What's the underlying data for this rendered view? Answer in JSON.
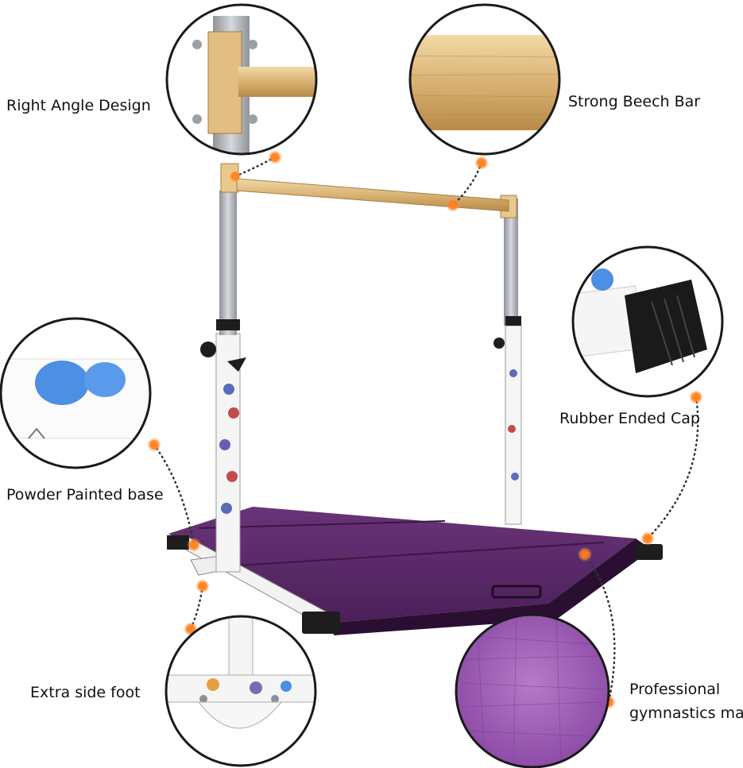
{
  "labels": {
    "right_angle": "Right Angle Design",
    "beech_bar": "Strong Beech Bar",
    "rubber_cap": "Rubber Ended Cap",
    "powder_base": "Powder Painted base",
    "side_foot": "Extra side foot",
    "mat_line1": "Professional",
    "mat_line2": "gymnastics mat"
  },
  "colors": {
    "marker": "#ff7a1a",
    "mat": "#5a2a6a",
    "wood": "#e0bd7e",
    "steel": "#b9bdc2"
  }
}
